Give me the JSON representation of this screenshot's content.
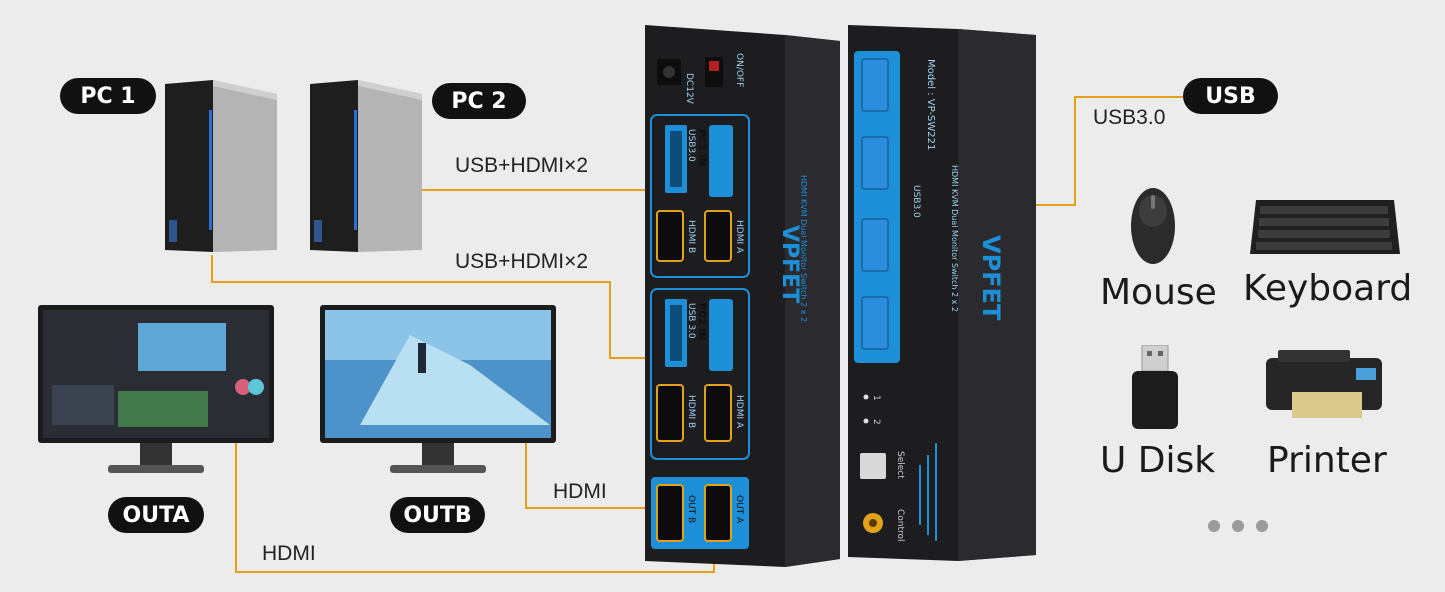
{
  "labels": {
    "pc1": "PC 1",
    "pc2": "PC 2",
    "usb": "USB",
    "outa": "OUTA",
    "outb": "OUTB",
    "usb3": "USB3.0",
    "usb_hdmi_1": "USB+HDMI×2",
    "usb_hdmi_2": "USB+HDMI×2",
    "hdmi_b": "HDMI",
    "hdmi_a": "HDMI"
  },
  "peripherals": {
    "mouse": "Mouse",
    "keyboard": "Keyboard",
    "udisk": "U Disk",
    "printer": "Printer"
  },
  "switch_rear": {
    "dc": "DC12V",
    "onoff": "ON/OFF",
    "pc1_in": "PC1 IN",
    "pc2_in": "PC2 IN",
    "usb30": "USB3.0",
    "usb30b": "USB 3.0",
    "hdmi_a": "HDMI A",
    "hdmi_b": "HDMI B",
    "out_a": "OUT A",
    "out_b": "OUT B"
  },
  "switch_front": {
    "model": "Model : VP-SW221",
    "title": "HDMI KVM Dual Monitor Switch 2 x 2",
    "brand": "VPFET",
    "usb30": "USB3.0",
    "select": "Select",
    "control": "Control",
    "port1": "1",
    "port2": "2"
  },
  "colors": {
    "accent_orange": "#e3a21a",
    "panel_blue": "#1c8fd6",
    "dark": "#1b1b1d"
  }
}
